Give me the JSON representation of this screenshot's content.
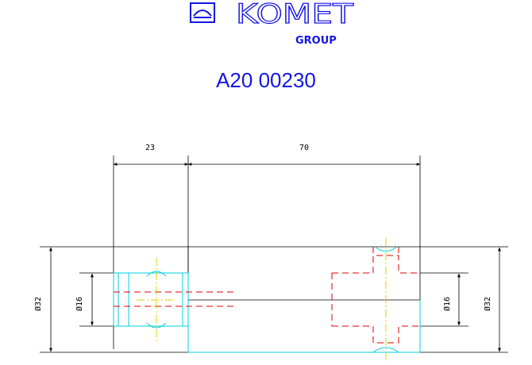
{
  "logo": {
    "brand": "KOMET",
    "sub": "GROUP",
    "icon": "komet-logo-icon"
  },
  "part_number": "A20 00230",
  "dimensions": {
    "width_left": "23",
    "width_right": "70",
    "diameter_outer_left": "Ø32",
    "diameter_inner_left": "Ø16",
    "diameter_inner_right": "Ø16",
    "diameter_outer_right": "Ø32"
  },
  "colors": {
    "brand_blue": "#1414e6",
    "outline_black": "#000000",
    "body_cyan": "#00d0e0",
    "hidden_red": "#e00000",
    "centerline_yellow": "#e0d000"
  }
}
